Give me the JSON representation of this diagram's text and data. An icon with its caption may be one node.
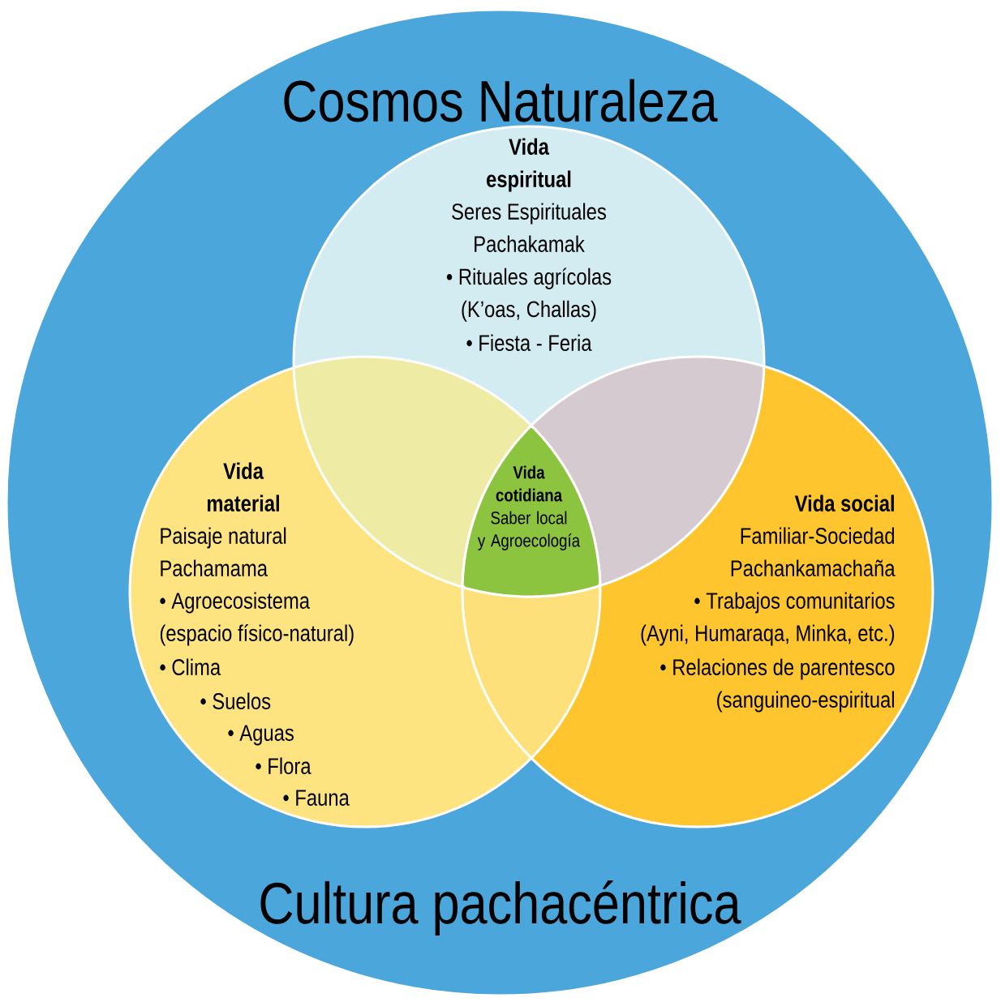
{
  "diagram": {
    "nodes": [
      {
        "text": [
          "Cosmos Naturaleza",
          "Cultura pachacéntrica"
        ]
      },
      {
        "text": [
          "Vida espiritual",
          "Seres Espirituales",
          "Pachakamak",
          "• Rituales agrícolas (K’oas, Challas)",
          "• Fiesta - Feria"
        ],
        "in": 0
      },
      {
        "text": [
          "Vida material",
          "Paisaje natural",
          "Pachamama",
          "• Agroecosistema (espacio físico-natural)",
          "• Clima",
          "• Suelos",
          "• Aguas",
          "• Flora",
          "• Fauna"
        ],
        "in": 0
      },
      {
        "text": [
          "Vida social",
          "Familiar-Sociedad",
          "Pachankamachaña",
          "• Trabajos comunitarios (Ayni, Humaraqa, Minka, etc.)",
          "• Relaciones de parentesco (sanguineo-espiritual"
        ],
        "in": 0
      },
      {
        "text": [
          "Vida cotidiana",
          "Saber local y Agroecología"
        ]
      }
    ]
  }
}
